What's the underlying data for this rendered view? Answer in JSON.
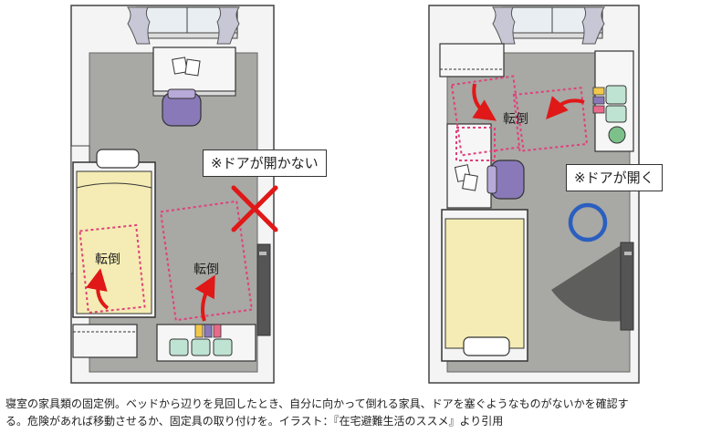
{
  "left_panel": {
    "callout": "※ドアが開かない",
    "fall_labels": [
      "転倒",
      "転倒"
    ],
    "result": "cross-icon"
  },
  "right_panel": {
    "callout": "※ドアが開く",
    "fall_labels": [
      "転倒"
    ],
    "result": "circle-icon"
  },
  "colors": {
    "floor": "#a8a8a4",
    "wall": "#f4f4f4",
    "tip_zone": "#e0407a",
    "arrow": "#e01818",
    "cross": "#e01818",
    "circle": "#2b5fbf",
    "mattress": "#f4ecb4",
    "door": "#555555"
  },
  "caption": {
    "line1": "寝室の家具類の固定例。ベッドから辺りを見回したとき、自分に向かって倒れる家具、ドアを塞ぐようなものがないかを確認す",
    "line2": "る。危険があれば移動させるか、固定具の取り付けを。イラスト：『在宅避難生活のススメ』より引用"
  }
}
